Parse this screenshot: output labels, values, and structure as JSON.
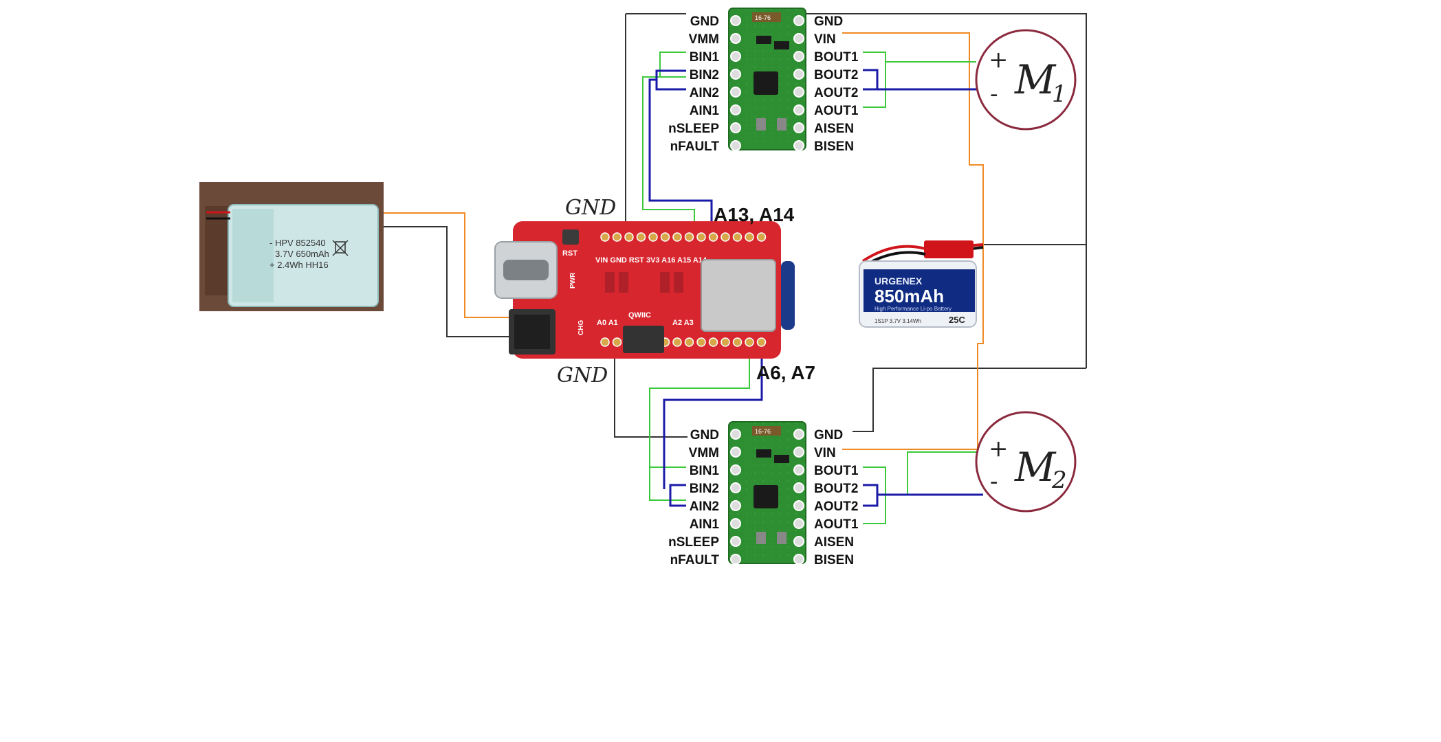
{
  "driver_left_pins": [
    "GND",
    "VMM",
    "BIN1",
    "BIN2",
    "AIN2",
    "AIN1",
    "nSLEEP",
    "nFAULT"
  ],
  "driver_right_pins": [
    "GND",
    "VIN",
    "BOUT1",
    "BOUT2",
    "AOUT2",
    "AOUT1",
    "AISEN",
    "BISEN"
  ],
  "driver_chip_label": "16-76",
  "board_labels": {
    "pin_group_top": "A13, A14",
    "pin_group_bottom": "A6, A7",
    "gnd_top": "GND",
    "gnd_bottom": "GND",
    "rst": "RST",
    "silk_top": "VIN GND RST 3V3 A16 A15 A14",
    "silk_bottom_left": "A0 A1",
    "silk_bottom_right": "A2 A3",
    "qwiic": "QWIIC",
    "pwr": "PWR",
    "chg": "CHG"
  },
  "small_battery": {
    "line1": "- HPV 852540",
    "line2": "3.7V 650mAh",
    "line3": "+ 2.4Wh HH16"
  },
  "big_battery": {
    "brand": "URGENEX",
    "capacity": "850mAh",
    "tagline": "High Performance Li-po Battery",
    "spec": "1S1P 3.7V 3.14Wh",
    "rating": "25C"
  },
  "motor1": {
    "label": "M",
    "sub": "1",
    "plus": "+",
    "minus": "-"
  },
  "motor2": {
    "label": "M",
    "sub": "2",
    "plus": "+",
    "minus": "-"
  },
  "colors": {
    "ground": "#333333",
    "power": "#f08a24",
    "signal_green": "#3cc93c",
    "signal_blue": "#1a1aa8",
    "motor_ring": "#8b2a3e",
    "driver_pcb": "#2e8f32",
    "mcu_pcb": "#d8262f"
  }
}
